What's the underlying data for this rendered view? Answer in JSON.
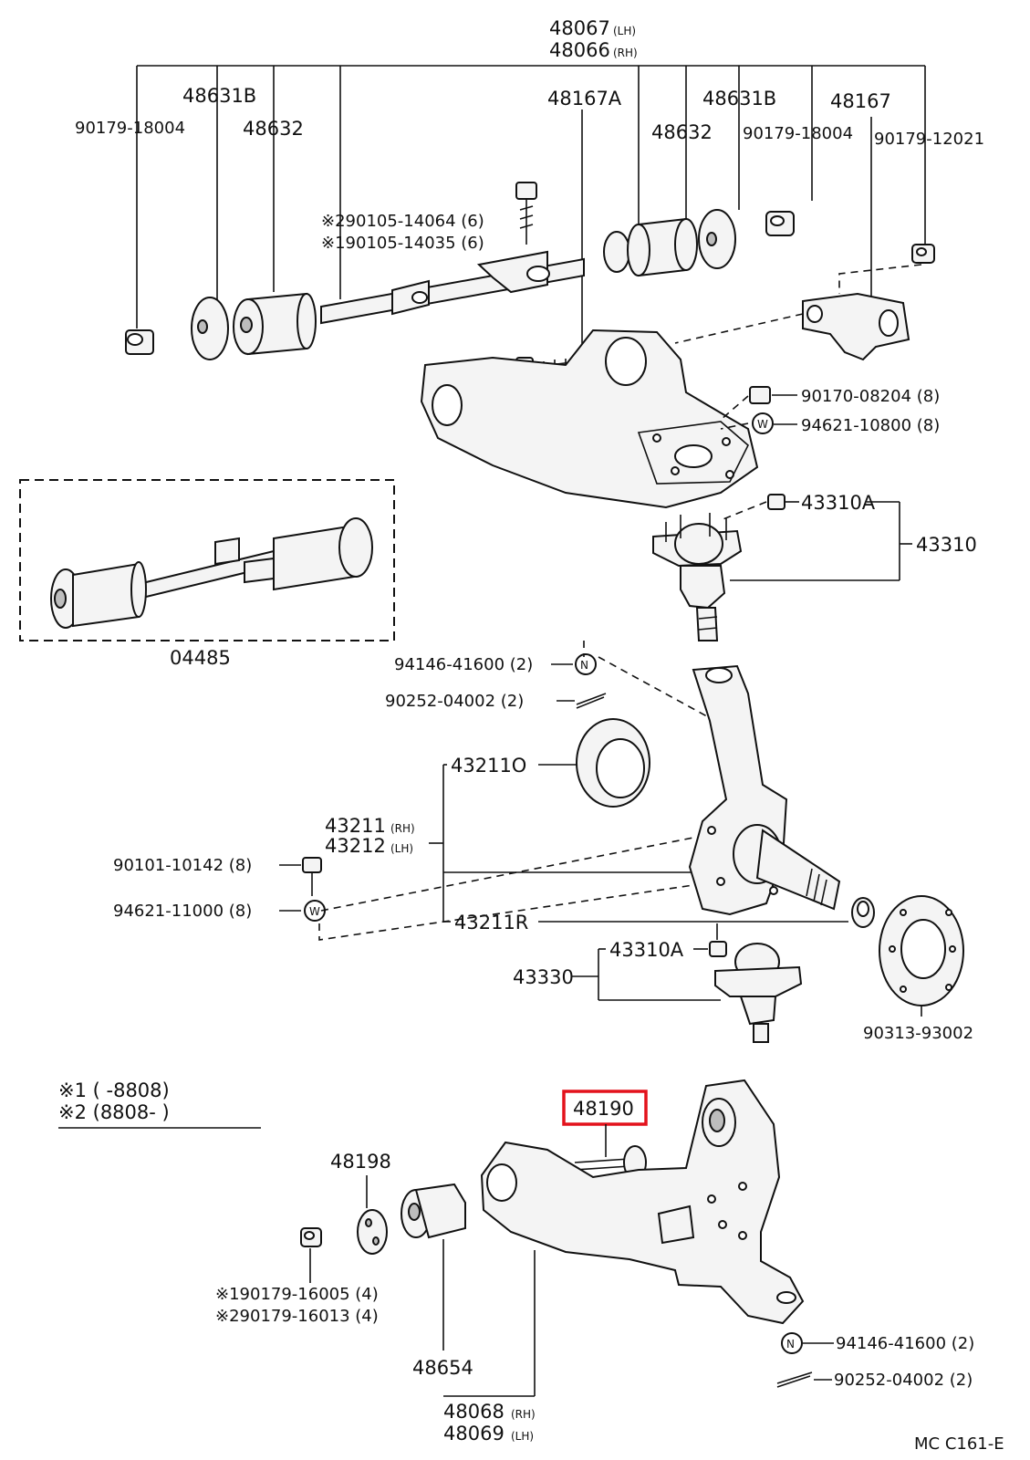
{
  "diagram": {
    "code": "MC C161-E",
    "labels": {
      "l48067": "48067",
      "l48067_side": "(LH)",
      "l48066": "48066",
      "l48066_side": "(RH)",
      "l48631b_left": "48631B",
      "l48632_left": "48632",
      "l90179_18004_left": "90179-18004",
      "l48167a": "48167A",
      "l48632_right": "48632",
      "l48631b_right": "48631B",
      "l90179_18004_right": "90179-18004",
      "l48167": "48167",
      "l90179_12021": "90179-12021",
      "l290105": "※290105-14064 (6)",
      "l190105": "※190105-14035 (6)",
      "l90170": "90170-08204 (8)",
      "l94621_10800": "94621-10800 (8)",
      "l43310a_top": "43310A",
      "l43310": "43310",
      "l04485": "04485",
      "l94146_top": "94146-41600 (2)",
      "l90252_top": "90252-04002 (2)",
      "l43211o": "43211O",
      "l43211": "43211",
      "l43211_side": "(RH)",
      "l43212": "43212",
      "l43212_side": "(LH)",
      "l90101": "90101-10142 (8)",
      "l94621_11000": "94621-11000 (8)",
      "l43211r": "43211R",
      "l43310a_bot": "43310A",
      "l43330": "43330",
      "l90313": "90313-93002",
      "legend1": "※1 (        -8808)",
      "legend2": "※2 (8808-        )",
      "l48190": "48190",
      "l48198": "48198",
      "l190179": "※190179-16005 (4)",
      "l290179": "※290179-16013 (4)",
      "l48654": "48654",
      "l94146_bot": "94146-41600 (2)",
      "l90252_bot": "90252-04002 (2)",
      "l48068": "48068",
      "l48068_side": "(RH)",
      "l48069": "48069",
      "l48069_side": "(LH)"
    },
    "markers": {
      "nut": "N",
      "washer": "W"
    },
    "highlight_color": "#e3121c"
  }
}
